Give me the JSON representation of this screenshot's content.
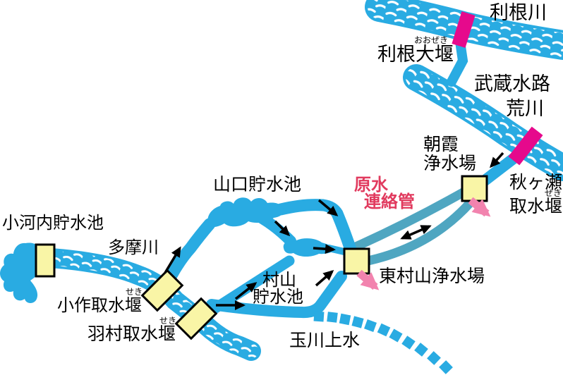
{
  "diagram_title": "Tokyo water supply system schematic",
  "labels": {
    "tone_river": "利根川",
    "oozeki_furigana": "おおぜき",
    "tone_oozeki_dam": "利根大堰",
    "musashi_canal": "武蔵水路",
    "arakawa_river": "荒川",
    "asaka_line1": "朝霞",
    "asaka_line2": "浄水場",
    "akigase_line1": "秋ヶ瀬",
    "akigase_zeki_furigana": "ぜき",
    "akigase_line2": "取水堰",
    "raw_water_line1": "原水",
    "raw_water_line2": "連絡管",
    "yamaguchi_reservoir": "山口貯水池",
    "ogouchi_reservoir": "小河内貯水池",
    "tamagawa_river": "多摩川",
    "ozaku_seki_furigana": "せき",
    "ozaku_weir": "小作取水堰",
    "hamura_seki_furigana": "せき",
    "hamura_weir": "羽村取水堰",
    "murayama_line1": "村山",
    "murayama_line2": "貯水池",
    "higashimurayama_plant": "東村山浄水場",
    "tamagawa_josui": "玉川上水"
  },
  "colors": {
    "river_cyan": "#29ABE2",
    "raw_water_pipe_teal": "#4FA6C1",
    "dam_bar_magenta": "#E6098C",
    "facility_fill_yellow": "#F9F5A6",
    "facility_border": "#000000",
    "supply_arrow_pink": "#F283AE",
    "raw_water_label_red": "#E13A5E",
    "flow_arrow_black": "#000000"
  }
}
